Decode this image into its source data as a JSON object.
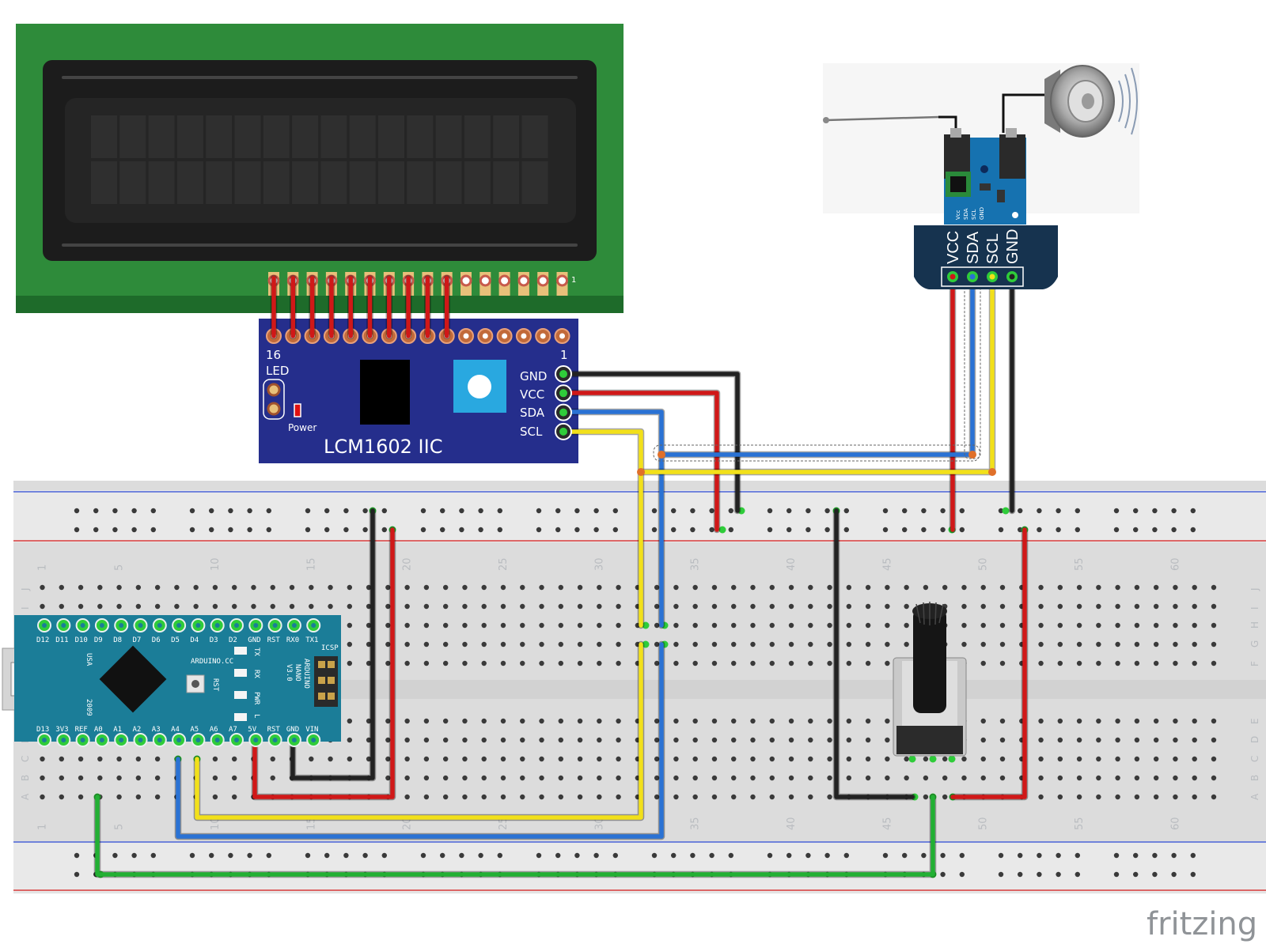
{
  "lcd": {
    "module_label": "LCM1602 IIC",
    "pin16": "16",
    "pin1": "1",
    "led_label": "LED",
    "power_label": "Power",
    "pins": [
      "GND",
      "VCC",
      "SDA",
      "SCL"
    ]
  },
  "sensor": {
    "pins": [
      "VCC",
      "SDA",
      "SCL",
      "GND"
    ],
    "board_pins": [
      "Vcc",
      "SDA",
      "SCL",
      "GND"
    ]
  },
  "nano": {
    "top_pins": [
      "D12",
      "D11",
      "D10",
      "D9",
      "D8",
      "D7",
      "D6",
      "D5",
      "D4",
      "D3",
      "D2",
      "GND",
      "RST",
      "RX0",
      "TX1"
    ],
    "bottom_pins": [
      "D13",
      "3V3",
      "REF",
      "A0",
      "A1",
      "A2",
      "A3",
      "A4",
      "A5",
      "A6",
      "A7",
      "5V",
      "RST",
      "GND",
      "VIN"
    ],
    "brand": "ARDUINO.CC",
    "model_lines": [
      "ARDUINO",
      "NANO",
      "V3.0"
    ],
    "icsp": "ICSP",
    "usa": "USA",
    "year": "2009",
    "rst": "RST",
    "leds": [
      "TX",
      "RX",
      "PWR",
      "L"
    ]
  },
  "breadboard": {
    "column_numbers": [
      "1",
      "5",
      "10",
      "15",
      "20",
      "25",
      "30",
      "35",
      "40",
      "45",
      "50",
      "55",
      "60"
    ],
    "rows_top": [
      "J",
      "I",
      "H",
      "G",
      "F"
    ],
    "rows_bottom": [
      "E",
      "D",
      "C",
      "B",
      "A"
    ]
  },
  "colors": {
    "wire_red": "#d01818",
    "wire_black": "#222222",
    "wire_blue": "#2a72d4",
    "wire_yellow": "#f2e01a",
    "wire_green": "#22b033",
    "lcd_pcb": "#2e8b3a",
    "i2c_board": "#252e8c",
    "nano_board": "#1b7d98",
    "sensor_board": "#16334f"
  },
  "watermark": "fritzing"
}
